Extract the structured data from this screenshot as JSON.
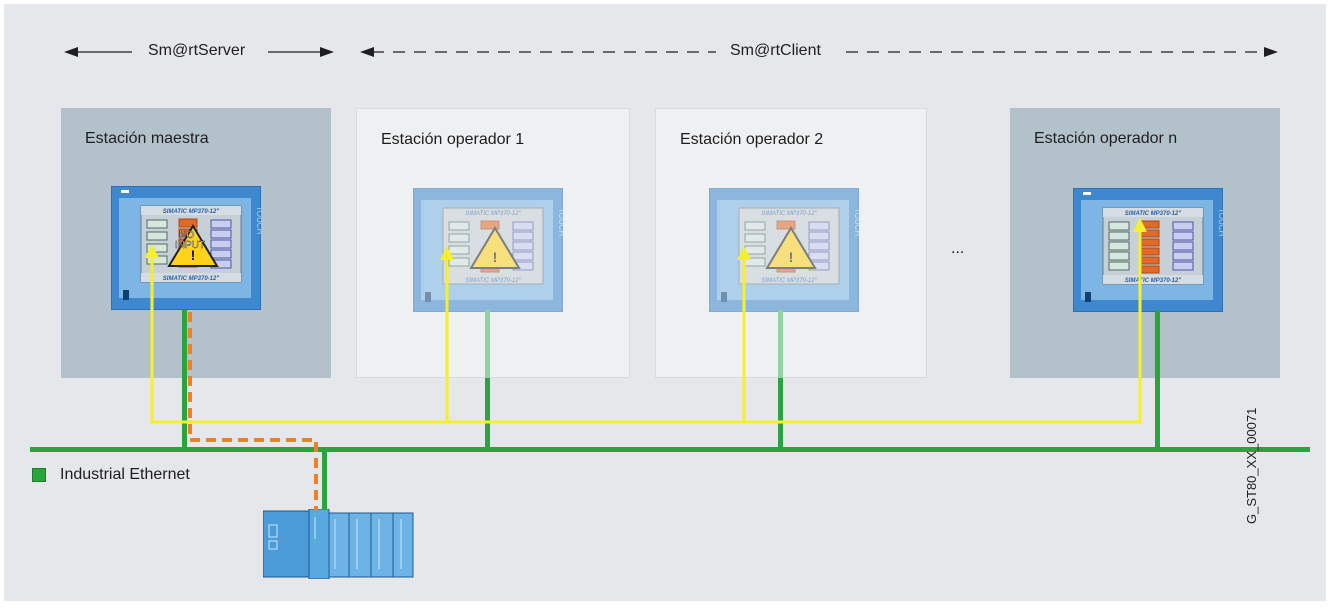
{
  "labels": {
    "smartserver": "Sm@rtServer",
    "smartclient": "Sm@rtClient",
    "ellipsis": "...",
    "network": "Industrial Ethernet",
    "doc_id": "G_ST80_XX_00071"
  },
  "stations": [
    {
      "title": "Estación maestra",
      "kind": "master"
    },
    {
      "title": "Estación operador 1",
      "kind": "client"
    },
    {
      "title": "Estación operador 2",
      "kind": "client"
    },
    {
      "title": "Estación operador n",
      "kind": "master"
    }
  ],
  "panel": {
    "model": "SIMATIC MP370-12\"",
    "brand": "TOUCH",
    "warning": "NO INPUT"
  },
  "colors": {
    "background": "#e6e7ea",
    "master_station": "#b3c2ca",
    "client_station": "#eef0f2",
    "ethernet": "#2ba33f",
    "ethernet_faded": "#8fd3a0",
    "hmi_link": "#f5f02a",
    "plc_link": "#ef7f2a",
    "device_blue": "#4a9bd8"
  },
  "icons": {
    "warning": "warning-triangle-icon",
    "panel": "touch-panel-icon",
    "plc": "plc-controller-icon"
  }
}
